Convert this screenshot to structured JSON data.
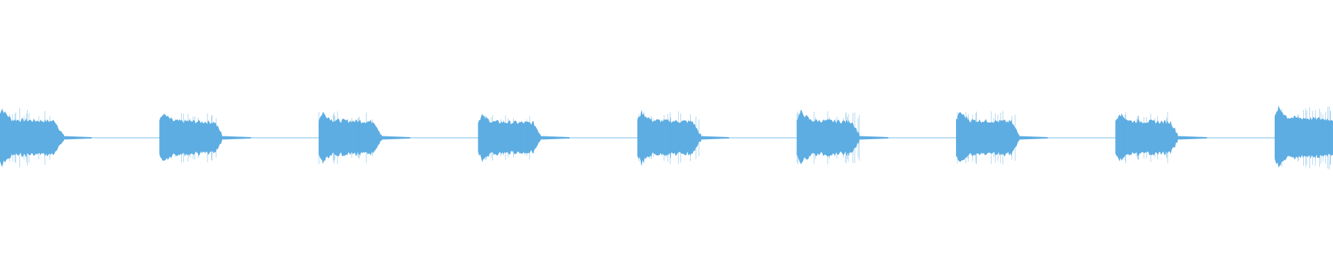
{
  "waveform": {
    "wave_color": "#5dade2",
    "background_color": "#ffffff",
    "segment_count": 9,
    "segments": [
      {
        "index": 1,
        "relative_peak": 0.95,
        "relative_sustain": 0.62,
        "clipped_at_start": true
      },
      {
        "index": 2,
        "relative_peak": 0.78,
        "relative_sustain": 0.58
      },
      {
        "index": 3,
        "relative_peak": 0.82,
        "relative_sustain": 0.6
      },
      {
        "index": 4,
        "relative_peak": 0.72,
        "relative_sustain": 0.55
      },
      {
        "index": 5,
        "relative_peak": 0.84,
        "relative_sustain": 0.6
      },
      {
        "index": 6,
        "relative_peak": 0.86,
        "relative_sustain": 0.6
      },
      {
        "index": 7,
        "relative_peak": 0.84,
        "relative_sustain": 0.6
      },
      {
        "index": 8,
        "relative_peak": 0.8,
        "relative_sustain": 0.58
      },
      {
        "index": 9,
        "relative_peak": 1.0,
        "relative_sustain": 0.7,
        "clipped_at_end": true
      }
    ]
  }
}
